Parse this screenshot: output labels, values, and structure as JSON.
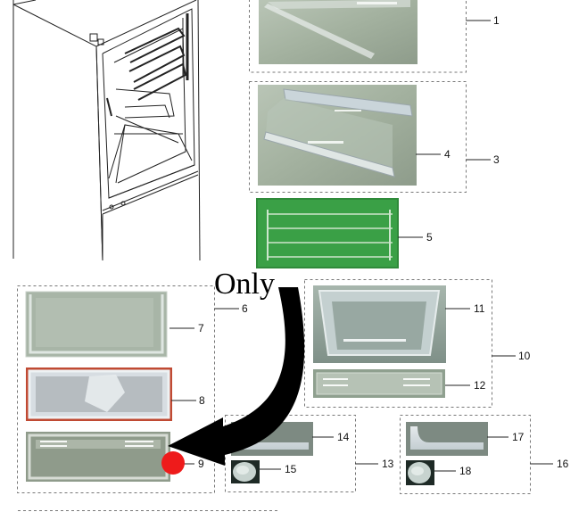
{
  "callouts": {
    "c1": "1",
    "c3": "3",
    "c4": "4",
    "c5": "5",
    "c6": "6",
    "c7": "7",
    "c8": "8",
    "c9": "9",
    "c10": "10",
    "c11": "11",
    "c12": "12",
    "c13": "13",
    "c14": "14",
    "c15": "15",
    "c16": "16",
    "c17": "17",
    "c18": "18"
  },
  "annotation": {
    "text": "Only",
    "arrow_color": "#000000",
    "marker_color": "#ee1b1b"
  },
  "colors": {
    "glass": "#a9b7a6",
    "green_rack": "#3aa046",
    "frame": "#d6dde0",
    "dashed_border": "#777777"
  }
}
